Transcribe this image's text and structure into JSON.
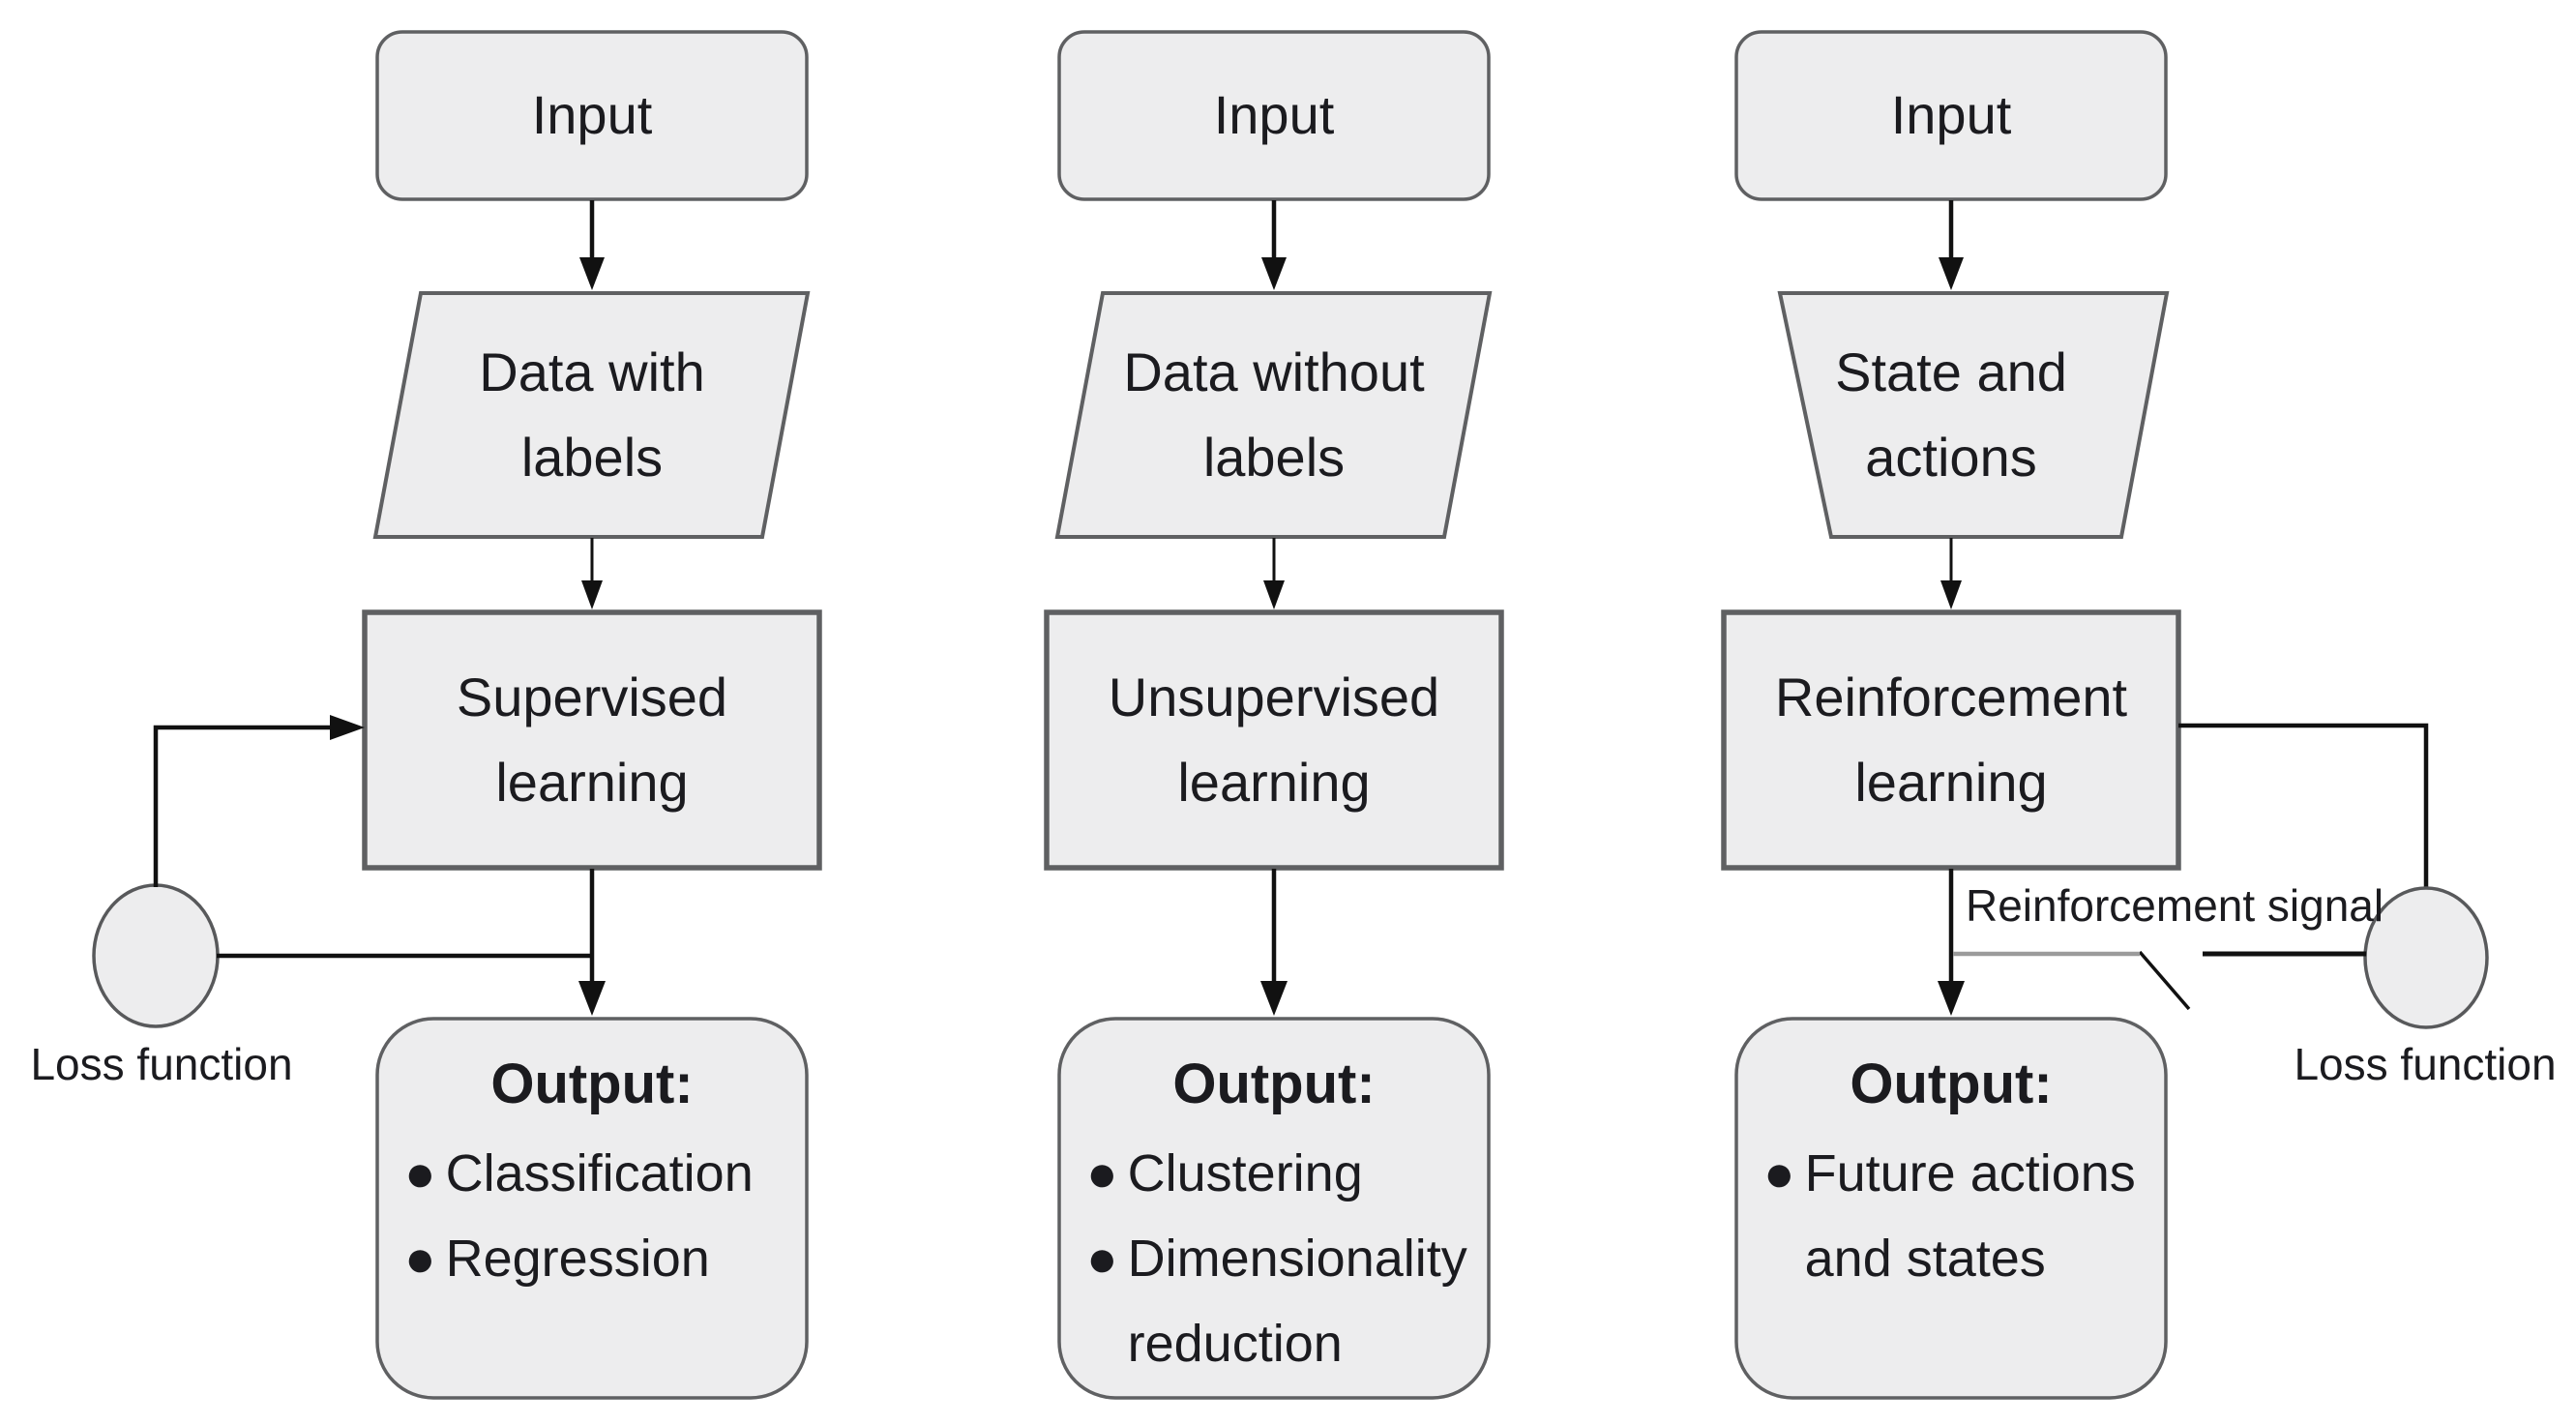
{
  "figure": {
    "columns": [
      {
        "name": "supervised",
        "input_label": "Input",
        "data_label": "Data with\nlabels",
        "process_label": "Supervised\nlearning",
        "output_title": "Output:",
        "output_items": [
          "Classification",
          "Regression"
        ]
      },
      {
        "name": "unsupervised",
        "input_label": "Input",
        "data_label": "Data without\nlabels",
        "process_label": "Unsupervised\nlearning",
        "output_title": "Output:",
        "output_items": [
          "Clustering",
          "Dimensionality reduction"
        ]
      },
      {
        "name": "reinforcement",
        "input_label": "Input",
        "data_label": "State and\nactions",
        "process_label": "Reinforcement\nlearning",
        "output_title": "Output:",
        "output_items": [
          "Future actions and states"
        ]
      }
    ],
    "annotations": {
      "loss_function_left": "Loss function",
      "loss_function_right": "Loss function",
      "reinforcement_signal": "Reinforcement signal"
    },
    "bullet_glyph": "●",
    "colors": {
      "node_fill": "#ededee",
      "node_border": "#5f6062",
      "connector": "#111111",
      "broken_signal_line": "#9b9b9b",
      "text": "#1b1b1f",
      "background": "#ffffff"
    }
  }
}
